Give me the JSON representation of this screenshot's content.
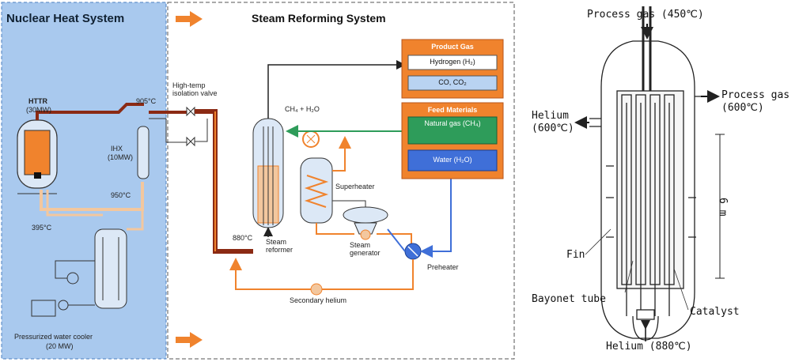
{
  "left_diagram": {
    "nuclear_title": "Nuclear Heat System",
    "steam_title": "Steam Reforming System",
    "httr_name": "HTTR",
    "httr_power": "(30MW)",
    "ihx_name": "IHX",
    "ihx_power": "(10MW)",
    "valve_label": "High-temp isolation valve",
    "temp_905": "905°C",
    "temp_950": "950°C",
    "temp_395": "395°C",
    "temp_880": "880°C",
    "ch4_h2o": "CH₄ + H₂O",
    "superheater": "Superheater",
    "steam_reformer": "Steam reformer",
    "steam_generator": "Steam generator",
    "preheater": "Preheater",
    "secondary_helium": "Secondary helium",
    "cooler_label": "Pressurized water cooler",
    "cooler_power": "(20 MW)",
    "product_gas": {
      "title": "Product Gas",
      "items": [
        "Hydrogen (H₂)",
        "CO, CO₂"
      ]
    },
    "feed_materials": {
      "title": "Feed Materials",
      "items": [
        "Natural gas (CH₄)",
        "Water (H₂O)"
      ]
    },
    "colors": {
      "nuclear_bg": "#a9c9ee",
      "orange": "#f0832d",
      "dark_red": "#8b2a14",
      "green": "#2e9c5a",
      "blue": "#3f6fd8"
    }
  },
  "right_diagram": {
    "process_gas_in": "Process gas (450℃)",
    "process_gas_out": "Process gas",
    "process_gas_out_temp": "(600℃)",
    "helium_out": "Helium",
    "helium_out_temp": "(600℃)",
    "length": "6 m",
    "fin": "Fin",
    "bayonet_tube": "Bayonet tube",
    "catalyst": "Catalyst",
    "helium_in": "Helium (880℃)"
  }
}
